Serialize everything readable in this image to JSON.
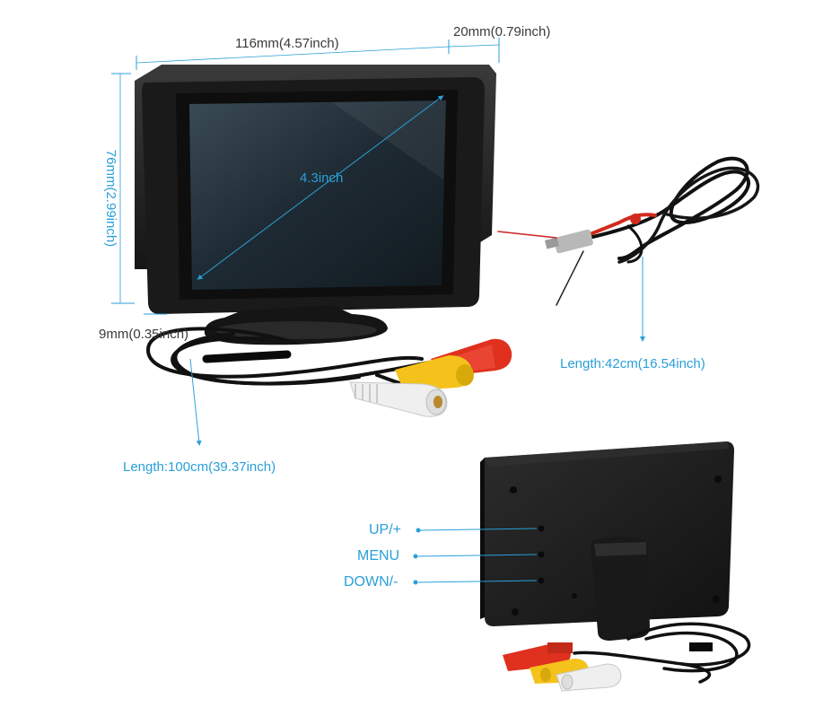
{
  "colors": {
    "accent": "#2a9fd8",
    "housing": "#1b1b1b",
    "screen": "#26333c",
    "rca_red": "#e0301e",
    "rca_yellow": "#f4c21a",
    "rca_white": "#efefef"
  },
  "labels": {
    "width": "116mm(4.57inch)",
    "depth": "20mm(0.79inch)",
    "height": "76mm(2.99inch)",
    "screen": "4.3inch",
    "thickness": "9mm(0.35inch)",
    "power_cable": "Length:42cm(16.54inch)",
    "av_cable": "Length:100cm(39.37inch)",
    "button_up": "UP/+",
    "button_menu": "MENU",
    "button_down": "DOWN/-"
  }
}
